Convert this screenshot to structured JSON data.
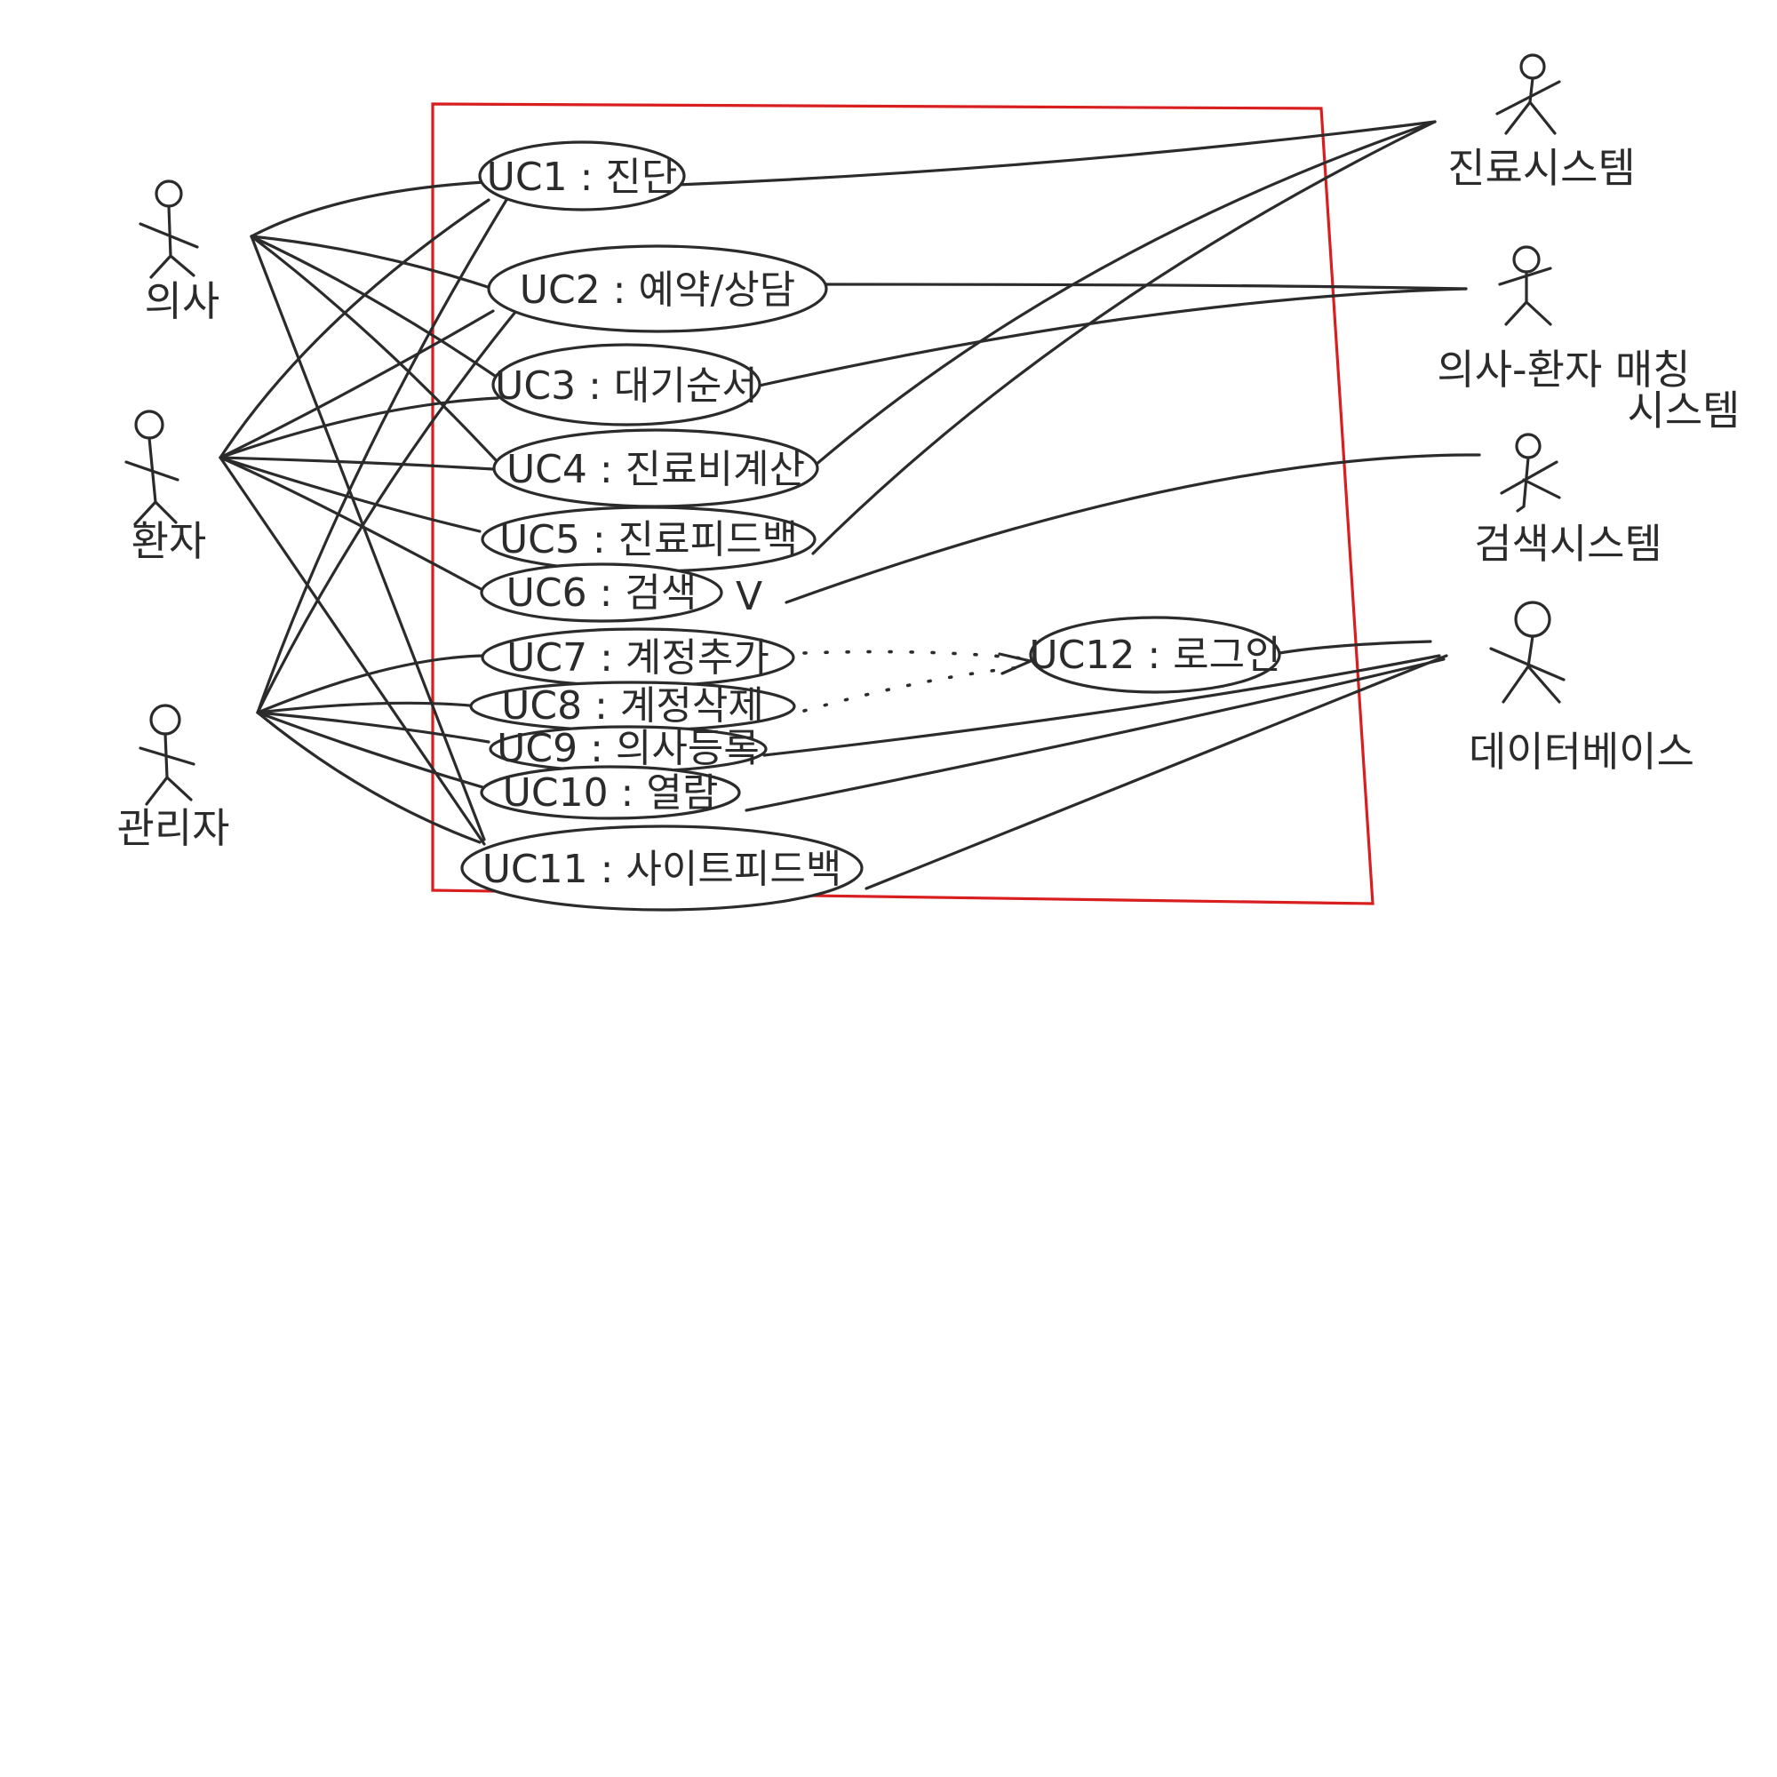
{
  "boundary_color": "#d81e1e",
  "ink_color": "#2b2b2b",
  "actors": {
    "doctor": "의사",
    "patient": "환자",
    "admin": "관리자",
    "treatment_system": "진료시스템",
    "matching_system_line1": "의사-환자 매칭",
    "matching_system_line2": "시스템",
    "search_system": "검색시스템",
    "database": "데이터베이스"
  },
  "use_cases": {
    "uc1": "UC1 : 진단",
    "uc2": "UC2 : 예약/상담",
    "uc3": "UC3 : 대기순서",
    "uc4": "UC4 : 진료비계산",
    "uc5": "UC5 : 진료피드백",
    "uc6": "UC6 : 검색",
    "uc7": "UC7 : 계정추가",
    "uc8": "UC8 : 계정삭제",
    "uc9": "UC9 : 의사등록",
    "uc10": "UC10 : 열람",
    "uc11": "UC11 : 사이트피드백",
    "uc12": "UC12 : 로그인"
  },
  "stray_mark": "V"
}
